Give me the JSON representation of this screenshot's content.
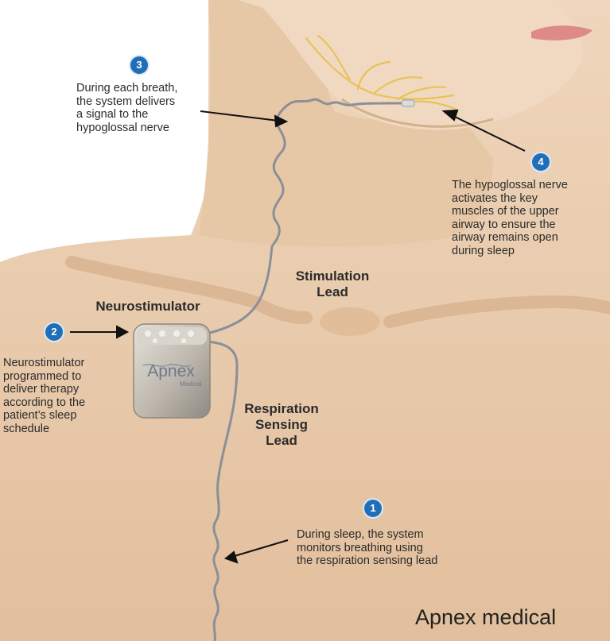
{
  "steps": [
    {
      "number": "1",
      "text": "During sleep, the system\nmonitors breathing using\nthe respiration sensing lead"
    },
    {
      "number": "2",
      "text": "Neurostimulator\nprogrammed to\ndeliver therapy\naccording to the\npatient’s sleep\nschedule"
    },
    {
      "number": "3",
      "text": "During each breath,\nthe system delivers\na signal to the\nhypoglossal nerve"
    },
    {
      "number": "4",
      "text": "The hypoglossal nerve\nactivates the key\nmuscles of the upper\nairway to ensure the\nairway remains open\nduring sleep"
    }
  ],
  "labels": {
    "neurostimulator": "Neurostimulator",
    "stimulation_lead": "Stimulation\nLead",
    "respiration_lead": "Respiration\nSensing\nLead"
  },
  "device": {
    "brand": "Apnex",
    "sub": "Medical"
  },
  "credit": "Apnex medical",
  "colors": {
    "skin": "#e8c9a8",
    "badge": "#1f6fb8",
    "nerve": "#e9c25a",
    "lead": "#8a8f99"
  }
}
